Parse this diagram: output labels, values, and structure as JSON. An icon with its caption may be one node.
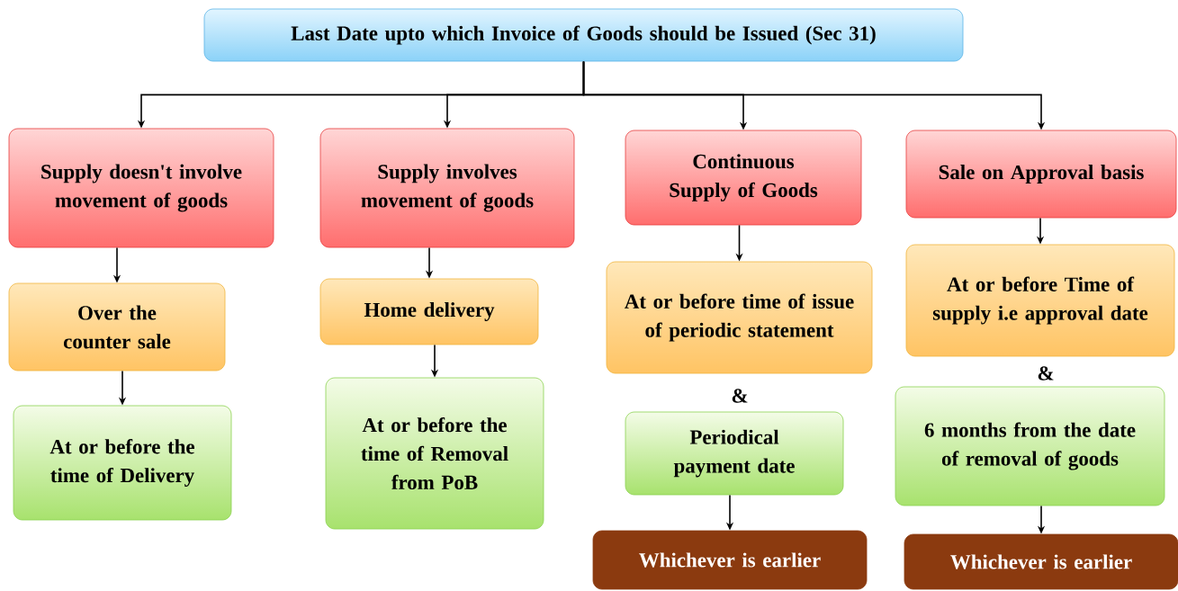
{
  "diagram": {
    "nodes": [
      {
        "text": [
          "Last Date upto which Invoice of Goods should be Issued (Sec 31)"
        ]
      },
      {
        "text": [
          "Supply doesn't involve movement of goods"
        ]
      },
      {
        "text": [
          "Supply involves movement of goods"
        ]
      },
      {
        "text": [
          "Continuous Supply of Goods"
        ]
      },
      {
        "text": [
          "Sale on Approval basis"
        ]
      },
      {
        "text": [
          "Over the counter sale"
        ]
      },
      {
        "text": [
          "At or before the time of Delivery"
        ]
      },
      {
        "text": [
          "Home delivery"
        ]
      },
      {
        "text": [
          "At or before the time of Removal from PoB"
        ]
      },
      {
        "text": [
          "At or before time of issue of periodic statement"
        ]
      },
      {
        "text": [
          "Periodical payment date"
        ]
      },
      {
        "text": [
          "Whichever is earlier"
        ]
      },
      {
        "text": [
          "At or before Time of supply i.e approval date"
        ]
      },
      {
        "text": [
          "6 months from the date of removal of goods"
        ]
      },
      {
        "text": [
          "Whichever is earlier"
        ]
      }
    ],
    "edges": [
      {
        "from": 0,
        "to": 1,
        "arrow": "to"
      },
      {
        "from": 0,
        "to": 2,
        "arrow": "to"
      },
      {
        "from": 0,
        "to": 3,
        "arrow": "to"
      },
      {
        "from": 0,
        "to": 4,
        "arrow": "to"
      },
      {
        "from": 1,
        "to": 5,
        "arrow": "to"
      },
      {
        "from": 5,
        "to": 6,
        "arrow": "to"
      },
      {
        "from": 2,
        "to": 7,
        "arrow": "to"
      },
      {
        "from": 7,
        "to": 8,
        "arrow": "to"
      },
      {
        "from": 3,
        "to": 9,
        "arrow": "to"
      },
      {
        "from": 10,
        "to": 11,
        "arrow": "to"
      },
      {
        "from": 4,
        "to": 12,
        "arrow": "to"
      },
      {
        "from": 13,
        "to": 14,
        "arrow": "to"
      }
    ],
    "labels": [
      "&",
      "&"
    ]
  }
}
